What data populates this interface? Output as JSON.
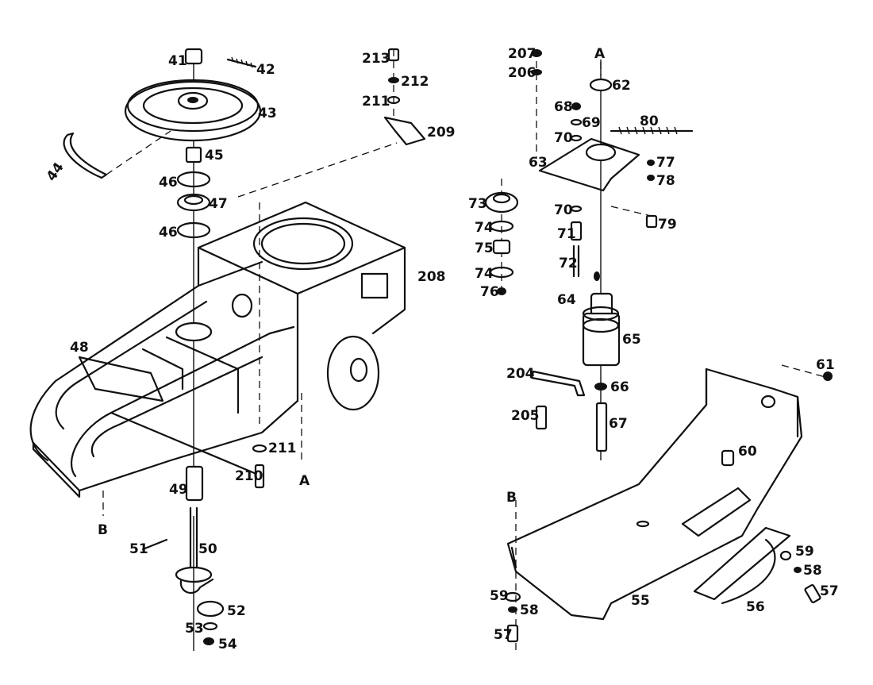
{
  "diagram": {
    "callouts": [
      {
        "id": "c41",
        "text": "41"
      },
      {
        "id": "c42",
        "text": "42"
      },
      {
        "id": "c43",
        "text": "43"
      },
      {
        "id": "c44",
        "text": "44"
      },
      {
        "id": "c45",
        "text": "45"
      },
      {
        "id": "c46a",
        "text": "46"
      },
      {
        "id": "c47",
        "text": "47"
      },
      {
        "id": "c46b",
        "text": "46"
      },
      {
        "id": "c48",
        "text": "48"
      },
      {
        "id": "c49",
        "text": "49"
      },
      {
        "id": "c50",
        "text": "50"
      },
      {
        "id": "c51",
        "text": "51"
      },
      {
        "id": "c52",
        "text": "52"
      },
      {
        "id": "c53",
        "text": "53"
      },
      {
        "id": "c54",
        "text": "54"
      },
      {
        "id": "c55",
        "text": "55"
      },
      {
        "id": "c56",
        "text": "56"
      },
      {
        "id": "c57a",
        "text": "57"
      },
      {
        "id": "c57b",
        "text": "57"
      },
      {
        "id": "c58a",
        "text": "58"
      },
      {
        "id": "c58b",
        "text": "58"
      },
      {
        "id": "c59a",
        "text": "59"
      },
      {
        "id": "c59b",
        "text": "59"
      },
      {
        "id": "c60",
        "text": "60"
      },
      {
        "id": "c61",
        "text": "61"
      },
      {
        "id": "c62",
        "text": "62"
      },
      {
        "id": "c63",
        "text": "63"
      },
      {
        "id": "c64",
        "text": "64"
      },
      {
        "id": "c65",
        "text": "65"
      },
      {
        "id": "c66",
        "text": "66"
      },
      {
        "id": "c67",
        "text": "67"
      },
      {
        "id": "c68",
        "text": "68"
      },
      {
        "id": "c69",
        "text": "69"
      },
      {
        "id": "c70a",
        "text": "70"
      },
      {
        "id": "c70b",
        "text": "70"
      },
      {
        "id": "c71",
        "text": "71"
      },
      {
        "id": "c72",
        "text": "72"
      },
      {
        "id": "c73",
        "text": "73"
      },
      {
        "id": "c74a",
        "text": "74"
      },
      {
        "id": "c74b",
        "text": "74"
      },
      {
        "id": "c75",
        "text": "75"
      },
      {
        "id": "c76",
        "text": "76"
      },
      {
        "id": "c77",
        "text": "77"
      },
      {
        "id": "c78",
        "text": "78"
      },
      {
        "id": "c79",
        "text": "79"
      },
      {
        "id": "c80",
        "text": "80"
      },
      {
        "id": "c204",
        "text": "204"
      },
      {
        "id": "c205",
        "text": "205"
      },
      {
        "id": "c206",
        "text": "206"
      },
      {
        "id": "c207",
        "text": "207"
      },
      {
        "id": "c208",
        "text": "208"
      },
      {
        "id": "c209",
        "text": "209"
      },
      {
        "id": "c210",
        "text": "210"
      },
      {
        "id": "c211a",
        "text": "211"
      },
      {
        "id": "c211b",
        "text": "211"
      },
      {
        "id": "c212",
        "text": "212"
      },
      {
        "id": "c213",
        "text": "213"
      }
    ],
    "axis_markers": [
      {
        "id": "mA1",
        "text": "A"
      },
      {
        "id": "mA2",
        "text": "A"
      },
      {
        "id": "mB1",
        "text": "B"
      },
      {
        "id": "mB2",
        "text": "B"
      }
    ]
  }
}
